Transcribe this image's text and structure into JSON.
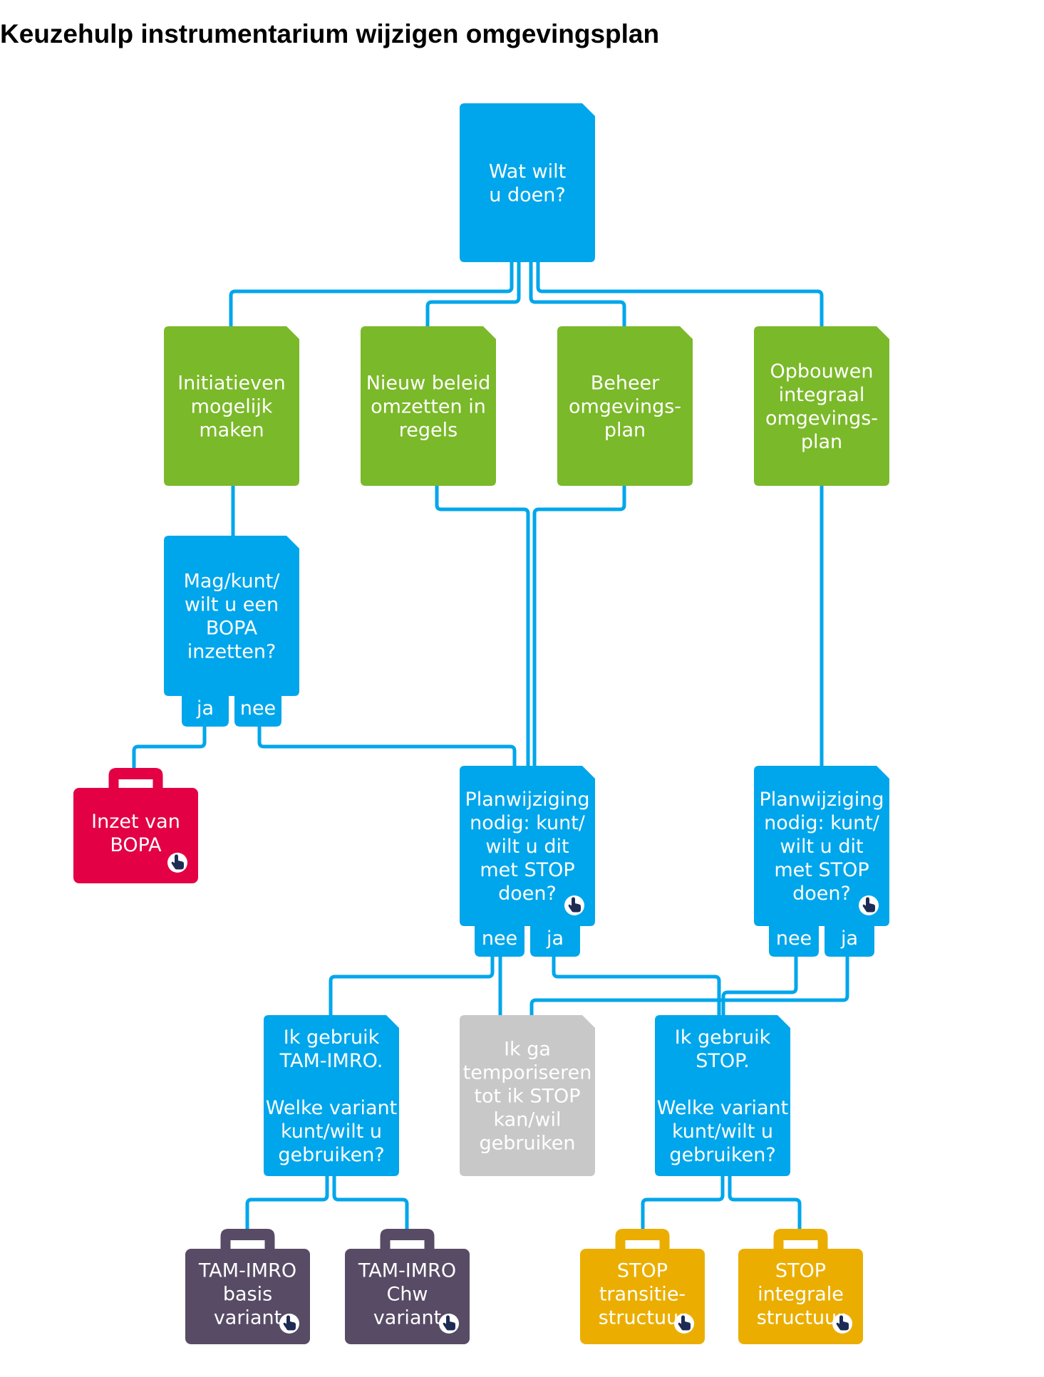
{
  "title": "Keuzehulp instrumentarium wijzigen omgevingsplan",
  "colors": {
    "blue": "#00A6EB",
    "green": "#7AB929",
    "red": "#E30045",
    "grey": "#C8C8C8",
    "purple": "#574B65",
    "gold": "#EBAE00",
    "navy": "#1E2C55",
    "title": "#000000"
  },
  "nodes": {
    "start": {
      "lines": [
        "Wat wilt",
        "u doen?"
      ]
    },
    "opt1": {
      "lines": [
        "Initiatieven",
        "mogelijk",
        "maken"
      ]
    },
    "opt2": {
      "lines": [
        "Nieuw beleid",
        "omzetten in",
        "regels"
      ]
    },
    "opt3": {
      "lines": [
        "Beheer",
        "omgevings-",
        "plan"
      ]
    },
    "opt4": {
      "lines": [
        "Opbouwen",
        "integraal",
        "omgevings-",
        "plan"
      ]
    },
    "bopa_q": {
      "lines": [
        "Mag/kunt/",
        "wilt u een",
        "BOPA",
        "inzetten?"
      ],
      "yes": "ja",
      "no": "nee"
    },
    "bopa_case": {
      "lines": [
        "Inzet van",
        "BOPA"
      ]
    },
    "plan_q1": {
      "lines": [
        "Planwijziging",
        "nodig: kunt/",
        "wilt u dit",
        "met STOP",
        "doen?"
      ],
      "no": "nee",
      "yes": "ja"
    },
    "plan_q2": {
      "lines": [
        "Planwijziging",
        "nodig: kunt/",
        "wilt u dit",
        "met STOP",
        "doen?"
      ],
      "no": "nee",
      "yes": "ja"
    },
    "tam": {
      "lines": [
        "Ik gebruik",
        "TAM-IMRO.",
        "",
        "Welke variant",
        "kunt/wilt u",
        "gebruiken?"
      ]
    },
    "temp": {
      "lines": [
        "Ik ga",
        "temporiseren",
        "tot ik STOP",
        "kan/wil",
        "gebruiken"
      ]
    },
    "stop": {
      "lines": [
        "Ik gebruik",
        "STOP.",
        "",
        "Welke variant",
        "kunt/wilt u",
        "gebruiken?"
      ]
    },
    "tam_basis": {
      "lines": [
        "TAM-IMRO",
        "basis",
        "variant"
      ]
    },
    "tam_chw": {
      "lines": [
        "TAM-IMRO",
        "Chw",
        "variant"
      ]
    },
    "stop_trans": {
      "lines": [
        "STOP",
        "transitie-",
        "structuur"
      ]
    },
    "stop_integ": {
      "lines": [
        "STOP",
        "integrale",
        "structuur"
      ]
    }
  },
  "icons": [
    "hand-pointer-icon"
  ]
}
